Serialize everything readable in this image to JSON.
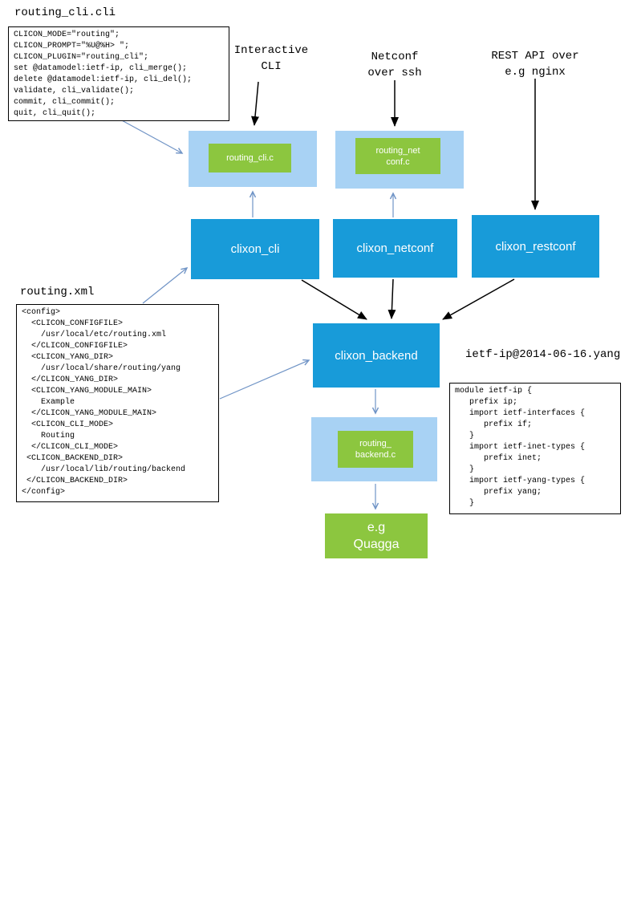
{
  "colors": {
    "process_box_blue": "#189bd9",
    "plugin_container_light_blue": "#a8d2f4",
    "plugin_box_green": "#8cc63f",
    "black_arrow": "#000000",
    "link_arrow_blue": "#7094c6"
  },
  "files": {
    "cli": {
      "title": "routing_cli.cli",
      "code": [
        "CLICON_MODE=\"routing\";",
        "CLICON_PROMPT=\"%U@%H> \";",
        "CLICON_PLUGIN=\"routing_cli\";",
        "set @datamodel:ietf-ip, cli_merge();",
        "delete @datamodel:ietf-ip, cli_del();",
        "validate, cli_validate();",
        "commit, cli_commit();",
        "quit, cli_quit();"
      ]
    },
    "xml": {
      "title": "routing.xml",
      "code": [
        "<config>",
        "  <CLICON_CONFIGFILE>",
        "    /usr/local/etc/routing.xml",
        "  </CLICON_CONFIGFILE>",
        "  <CLICON_YANG_DIR>",
        "    /usr/local/share/routing/yang",
        "  </CLICON_YANG_DIR>",
        "  <CLICON_YANG_MODULE_MAIN>",
        "    Example",
        "  </CLICON_YANG_MODULE_MAIN>",
        "  <CLICON_CLI_MODE>",
        "    Routing",
        "  </CLICON_CLI_MODE>",
        " <CLICON_BACKEND_DIR>",
        "    /usr/local/lib/routing/backend",
        " </CLICON_BACKEND_DIR>",
        "</config>"
      ]
    },
    "yang": {
      "title": "ietf-ip@2014-06-16.yang",
      "code": [
        "module ietf-ip {",
        "   prefix ip;",
        "   import ietf-interfaces {",
        "      prefix if;",
        "   }",
        "   import ietf-inet-types {",
        "      prefix inet;",
        "   }",
        "   import ietf-yang-types {",
        "      prefix yang;",
        "   }"
      ]
    }
  },
  "annotations": {
    "interactive_cli": "Interactive\nCLI",
    "netconf_ssh": "Netconf\nover ssh",
    "rest_api": "REST API over\ne.g nginx"
  },
  "nodes": {
    "routing_cli_plugin": "routing_cli.c",
    "routing_netconf_plugin": "routing_net\nconf.c",
    "clixon_cli": "clixon_cli",
    "clixon_netconf": "clixon_netconf",
    "clixon_restconf": "clixon_restconf",
    "clixon_backend": "clixon_backend",
    "routing_backend_plugin": "routing_\nbackend.c",
    "quagga": "e.g\nQuagga"
  }
}
